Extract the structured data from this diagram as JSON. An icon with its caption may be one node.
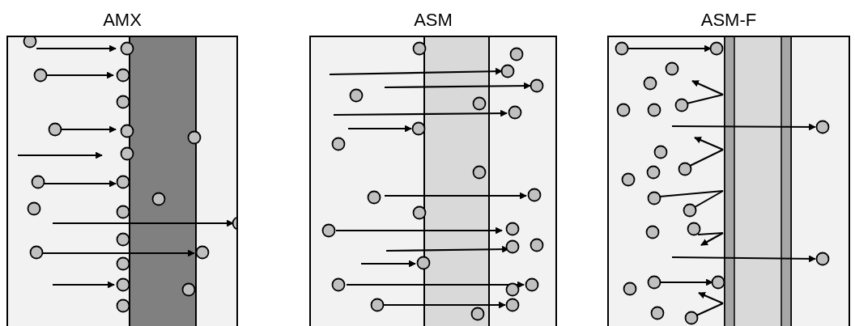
{
  "diagram": {
    "nodes": [
      {
        "text": [
          "AMX"
        ]
      },
      {
        "text": [
          "ASM"
        ]
      },
      {
        "text": [
          "ASM-F"
        ]
      }
    ]
  }
}
